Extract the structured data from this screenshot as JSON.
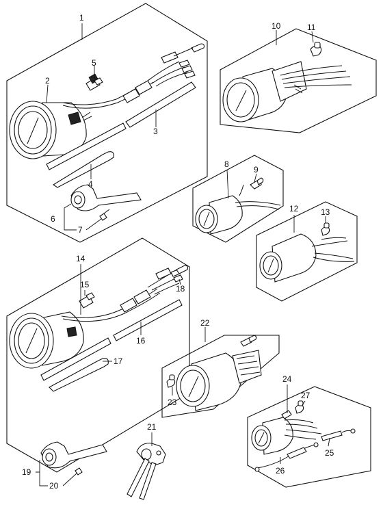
{
  "callouts": [
    {
      "id": "c1",
      "text": "1"
    },
    {
      "id": "c2",
      "text": "2"
    },
    {
      "id": "c3",
      "text": "3"
    },
    {
      "id": "c4",
      "text": "4"
    },
    {
      "id": "c5",
      "text": "5"
    },
    {
      "id": "c6",
      "text": "6"
    },
    {
      "id": "c7",
      "text": "7"
    },
    {
      "id": "c8",
      "text": "8"
    },
    {
      "id": "c9",
      "text": "9"
    },
    {
      "id": "c10",
      "text": "10"
    },
    {
      "id": "c11",
      "text": "11"
    },
    {
      "id": "c12",
      "text": "12"
    },
    {
      "id": "c13",
      "text": "13"
    },
    {
      "id": "c14",
      "text": "14"
    },
    {
      "id": "c15",
      "text": "15"
    },
    {
      "id": "c16",
      "text": "16"
    },
    {
      "id": "c17",
      "text": "17"
    },
    {
      "id": "c18",
      "text": "18"
    },
    {
      "id": "c19",
      "text": "19"
    },
    {
      "id": "c20",
      "text": "20"
    },
    {
      "id": "c21",
      "text": "21"
    },
    {
      "id": "c22",
      "text": "22"
    },
    {
      "id": "c23",
      "text": "23"
    },
    {
      "id": "c24",
      "text": "24"
    },
    {
      "id": "c25",
      "text": "25"
    },
    {
      "id": "c26",
      "text": "26"
    },
    {
      "id": "c27",
      "text": "27"
    }
  ]
}
